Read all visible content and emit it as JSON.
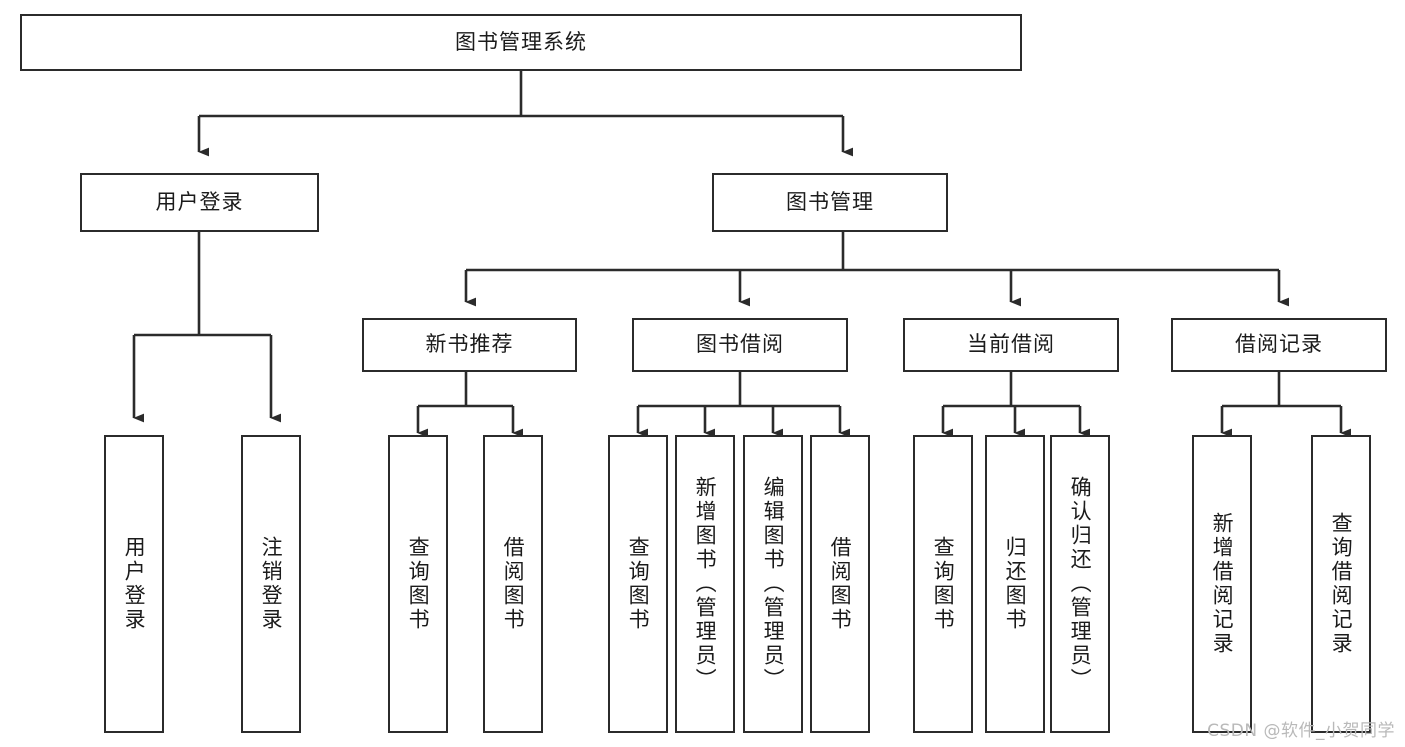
{
  "diagram": {
    "title": "图书管理系统",
    "type": "tree-hierarchy-chart",
    "orientation": "top-down",
    "line_color": "#2b2b2b",
    "box_fill": "#ffffff",
    "box_border": "#2b2b2b"
  },
  "nodes": {
    "root": {
      "label": "图书管理系统"
    },
    "level2": [
      {
        "label": "用户登录"
      },
      {
        "label": "图书管理"
      }
    ],
    "level3": [
      {
        "label": "新书推荐"
      },
      {
        "label": "图书借阅"
      },
      {
        "label": "当前借阅"
      },
      {
        "label": "借阅记录"
      }
    ],
    "leaves_user_login": [
      {
        "label": "用户登录"
      },
      {
        "label": "注销登录"
      }
    ],
    "leaves_new_book": [
      {
        "label": "查询图书"
      },
      {
        "label": "借阅图书"
      }
    ],
    "leaves_borrow": [
      {
        "label": "查询图书"
      },
      {
        "label": "新增图书（管理员）"
      },
      {
        "label": "编辑图书（管理员）"
      },
      {
        "label": "借阅图书"
      }
    ],
    "leaves_current": [
      {
        "label": "查询图书"
      },
      {
        "label": "归还图书"
      },
      {
        "label": "确认归还（管理员）"
      }
    ],
    "leaves_records": [
      {
        "label": "新增借阅记录"
      },
      {
        "label": "查询借阅记录"
      }
    ]
  },
  "watermark": {
    "text": "CSDN @软件_小贺同学"
  }
}
